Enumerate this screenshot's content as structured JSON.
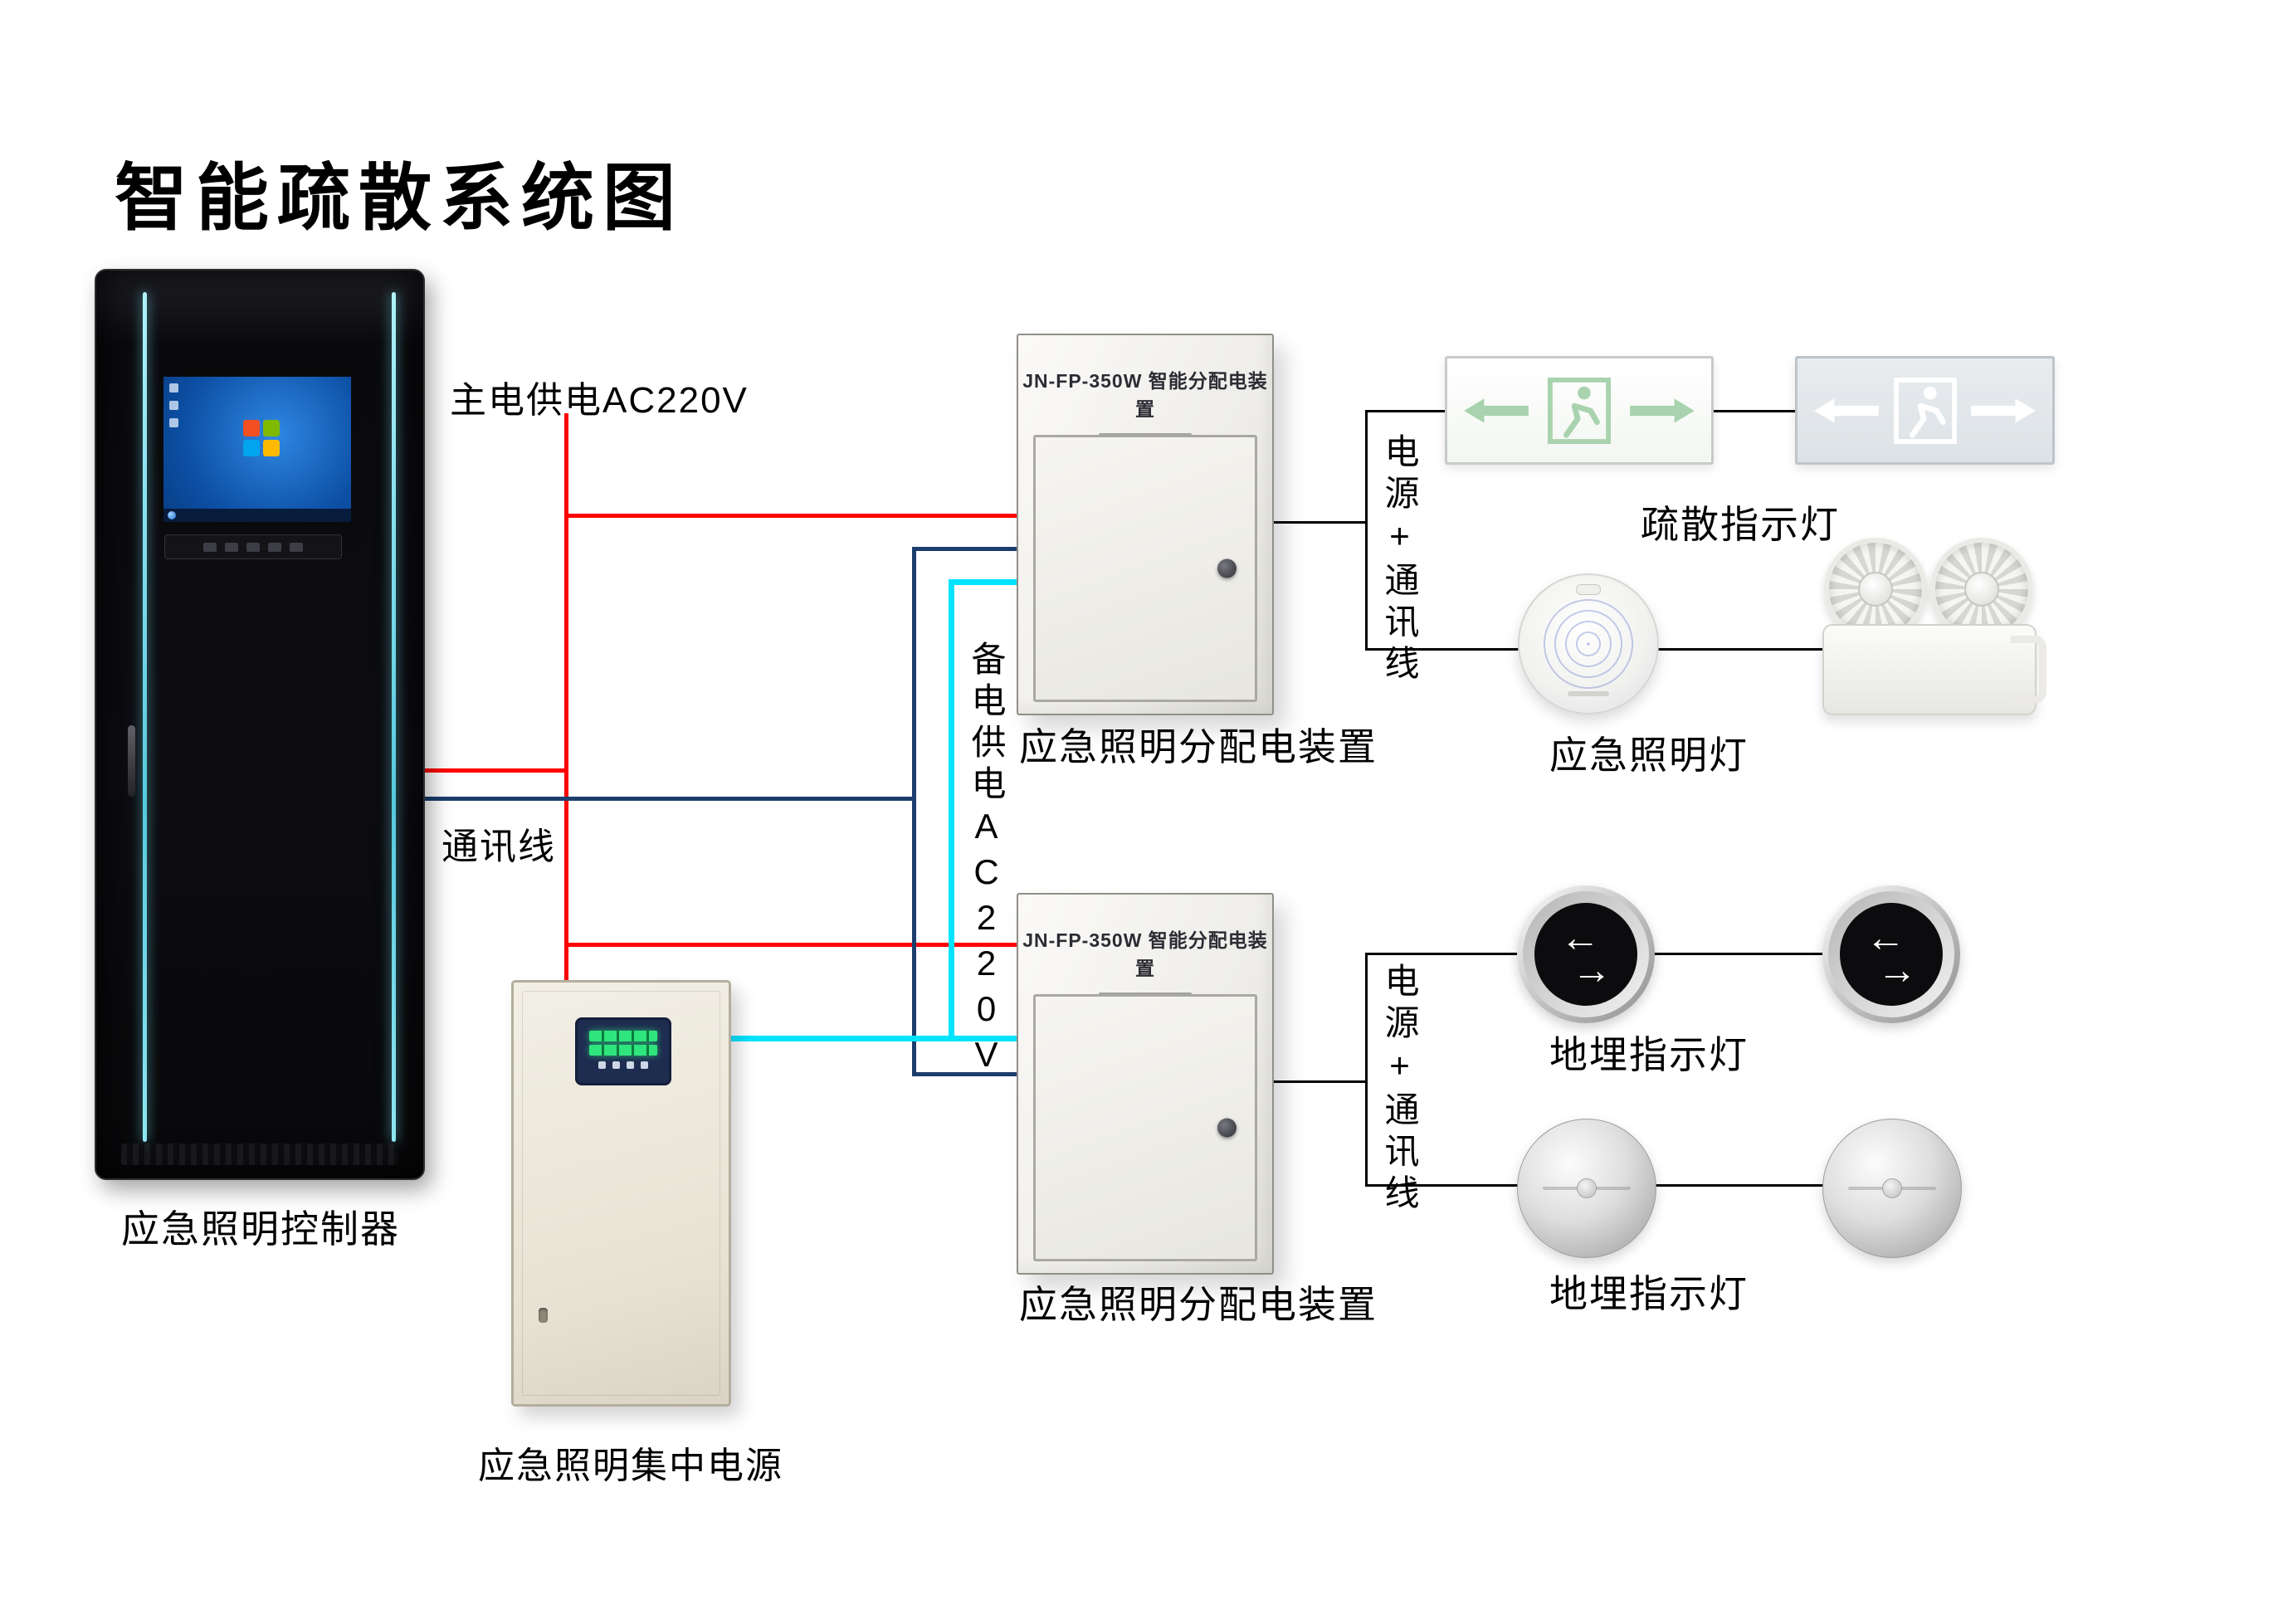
{
  "title": "智能疏散系统图",
  "controller": {
    "label": "应急照明控制器"
  },
  "central_power": {
    "label": "应急照明集中电源"
  },
  "distribution_box": {
    "model": "JN-FP-350W 智能分配电装置",
    "label": "应急照明分配电装置"
  },
  "wires": {
    "main_power_label": "主电供电AC220V",
    "comm_label": "通讯线",
    "backup_power_label": "备电供电AC220V",
    "power_comm_label": "电源+通讯线"
  },
  "devices": {
    "exit_sign_label": "疏散指示灯",
    "emergency_light_label": "应急照明灯",
    "buried_light_label": "地埋指示灯"
  },
  "icons": {
    "buried_arrow_left": "←",
    "buried_arrow_right": "→"
  },
  "colors": {
    "main_power": "#ff0000",
    "comm": "#1c3e6e",
    "backup_power": "#00e4ff",
    "connector": "#000000",
    "exit_pictogram": "#a9d3ae"
  }
}
